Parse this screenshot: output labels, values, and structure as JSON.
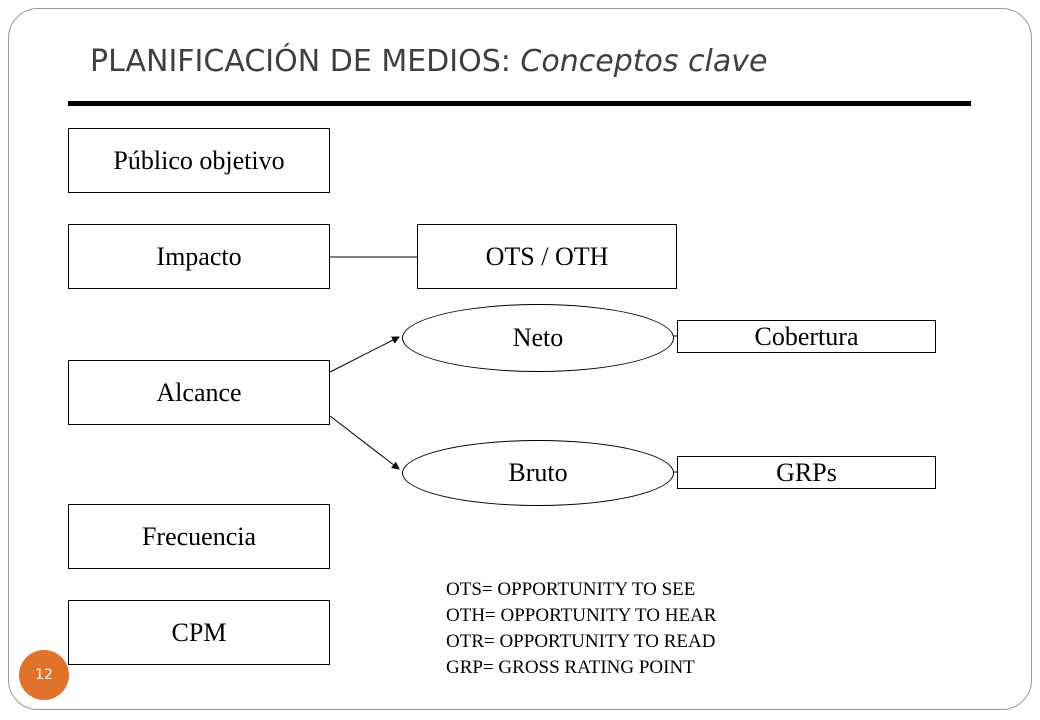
{
  "title": {
    "main": "PLANIFICACIÓN DE MEDIOS: ",
    "sub": "Conceptos clave"
  },
  "concepts": {
    "publico_objetivo": "Público objetivo",
    "impacto": "Impacto",
    "alcance": "Alcance",
    "frecuencia": "Frecuencia",
    "cpm": "CPM"
  },
  "impacto_link": "OTS / OTH",
  "alcance_branches": {
    "neto": {
      "label": "Neto",
      "result": "Cobertura"
    },
    "bruto": {
      "label": "Bruto",
      "result": "GRPs"
    }
  },
  "legend": [
    "OTS= OPPORTUNITY TO SEE",
    "OTH= OPPORTUNITY TO HEAR",
    "OTR= OPPORTUNITY TO READ",
    "GRP= GROSS RATING POINT"
  ],
  "page_number": "12",
  "colors": {
    "accent": "#e0722c",
    "title": "#3f3f3f",
    "rule": "#000000"
  }
}
